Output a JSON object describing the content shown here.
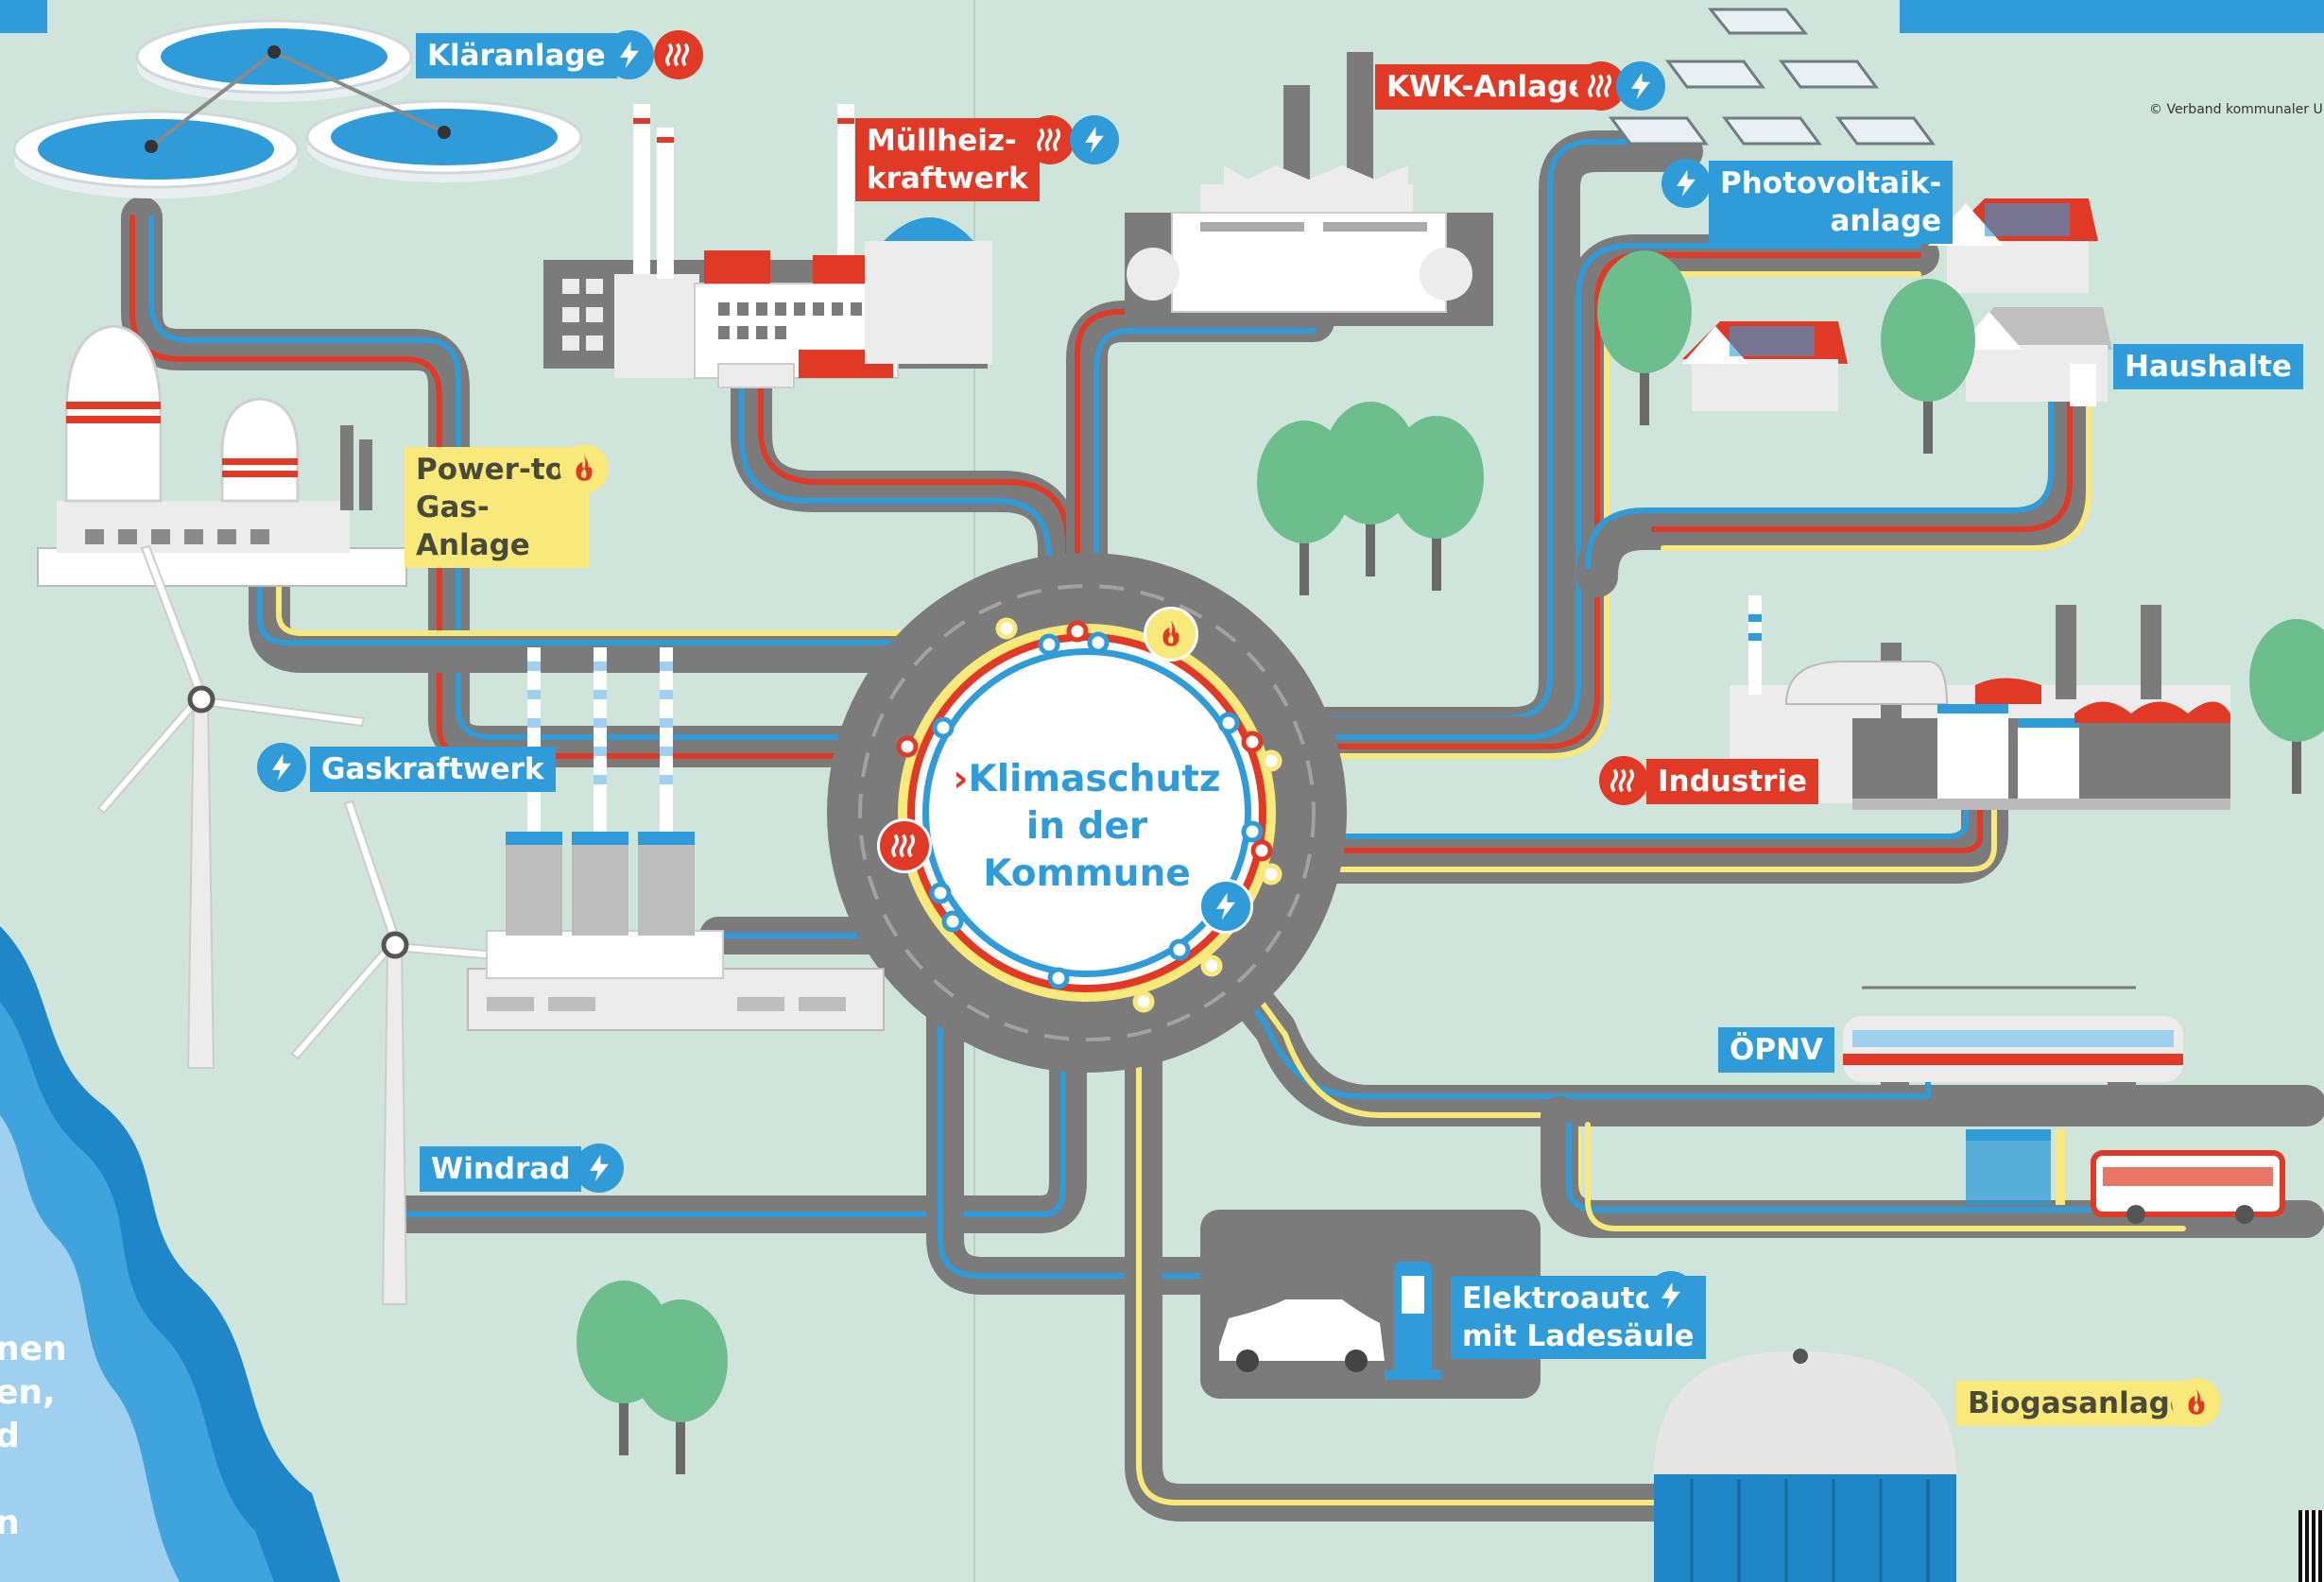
{
  "center": {
    "lines": [
      "Klimaschutz",
      "in der",
      "Kommune"
    ],
    "chevron": "›"
  },
  "labels": {
    "klaeranlage": "Kläranlage",
    "muellheiz_1": "Müllheiz-",
    "muellheiz_2": "kraftwerk",
    "kwk": "KWK-Anlage",
    "photovoltaik_1": "Photovoltaik-",
    "photovoltaik_2": "anlage",
    "haushalte": "Haushalte",
    "ptg_1": "Power-to-",
    "ptg_2": "Gas-",
    "ptg_3": "Anlage",
    "gaskraftwerk": "Gaskraftwerk",
    "industrie": "Industrie",
    "oepnv": "ÖPNV",
    "windrad": "Windrad",
    "elektroauto_1": "Elektroauto",
    "elektroauto_2": "mit Ladesäule",
    "biogas": "Biogasanlage"
  },
  "copyright": "© Verband kommunaler Unterne",
  "sea_text": [
    "nen",
    "en,",
    "d",
    "",
    "n"
  ],
  "icons": {
    "electricity": "lightning-icon",
    "heat": "heat-waves-icon",
    "gas": "flame-icon"
  },
  "colors": {
    "background": "#cfe5dc",
    "electricity": "#2f9bd8",
    "heat": "#e03a26",
    "gas": "#f8e97a",
    "road": "#7b7b7b",
    "water": "#1f86c8"
  }
}
